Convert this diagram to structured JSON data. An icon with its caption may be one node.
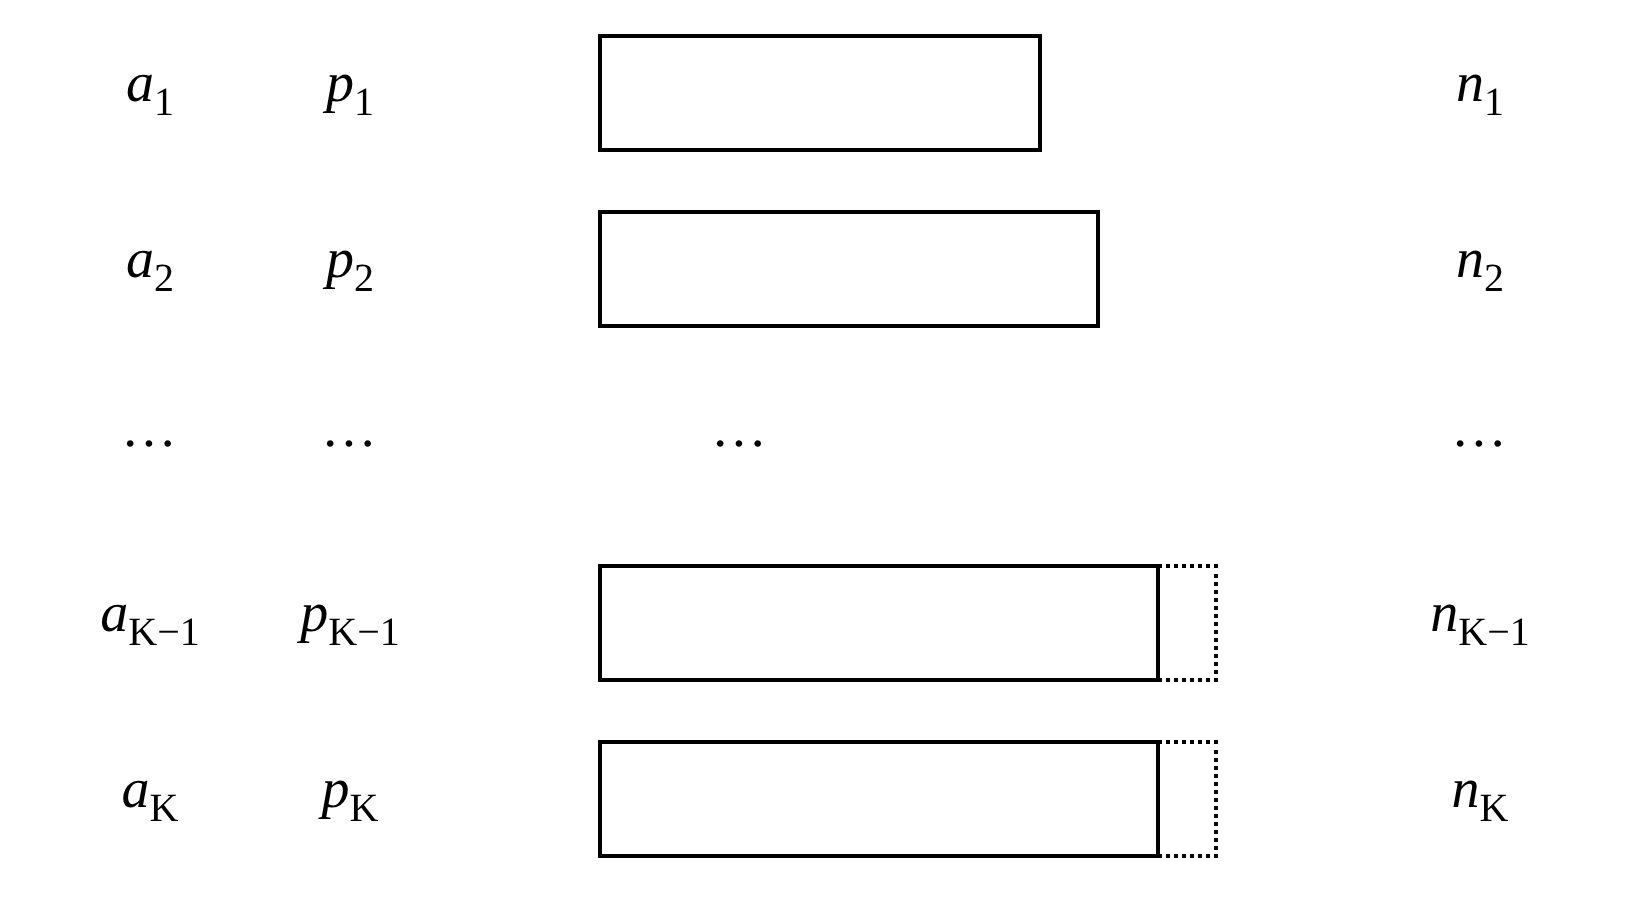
{
  "diagram": {
    "nodes": [
      {
        "text": [],
        "shape": "bar"
      },
      {
        "text": [],
        "shape": "bar"
      },
      {
        "text": [],
        "shape": "bar"
      },
      {
        "text": [],
        "shape": "box"
      },
      {
        "text": [],
        "shape": "bar"
      },
      {
        "text": [],
        "shape": "box"
      }
    ],
    "edges": [],
    "labels": [
      "a$_{1}$",
      "p$_{1}$",
      "n$_{1}$",
      "a$_{2}$",
      "p$_{2}$",
      "n$_{2}$",
      "…",
      "…",
      "…",
      "…",
      "a$_{K−1}$",
      "p$_{K−1}$",
      "n$_{K−1}$",
      "a$_{K}$",
      "p$_{K}$",
      "n$_{K}$"
    ]
  }
}
